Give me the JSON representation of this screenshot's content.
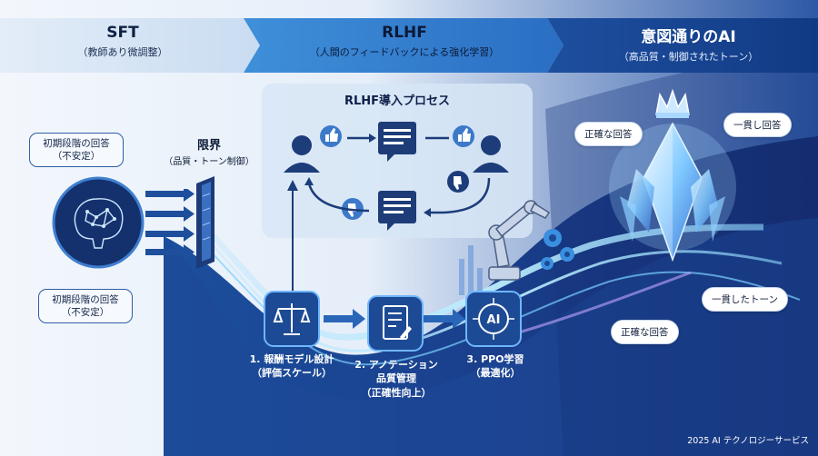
{
  "header": {
    "sections": [
      {
        "title": "SFT",
        "subtitle": "（教師あり微調整）"
      },
      {
        "title": "RLHF",
        "subtitle": "（人間のフィードバックによる強化学習）"
      },
      {
        "title": "意図通りのAI",
        "subtitle": "（高品質・制御されたトーン）"
      }
    ]
  },
  "left": {
    "callout_top": [
      "初期段階の回答",
      "（不安定）"
    ],
    "callout_bottom": [
      "初期段階の回答",
      "（不安定）"
    ],
    "limit_title": "限界",
    "limit_sub": "（品質・トーン制御）",
    "brain_icon": "brain-icon",
    "wall_icon": "barrier-icon"
  },
  "rlhf": {
    "title": "RLHF導入プロセス",
    "icons": [
      "user-icon",
      "thumbs-up-icon",
      "document-icon",
      "thumbs-down-icon",
      "arrow-icon"
    ]
  },
  "steps": [
    {
      "icon": "scale-icon",
      "lines": [
        "1. 報酬モデル設計",
        "（評価スケール）"
      ]
    },
    {
      "icon": "checklist-icon",
      "lines": [
        "2. アノテーション",
        "品質管理",
        "（正確性向上）"
      ]
    },
    {
      "icon": "ai-chip-icon",
      "lines": [
        "3. PPO学習",
        "（最適化）"
      ]
    }
  ],
  "right": {
    "bubbles": [
      "正確な回答",
      "一貫し回答",
      "一貫したトーン",
      "正確な回答"
    ],
    "crystal_icon": "crystal-icon",
    "crown_icon": "crown-icon",
    "robot_icon": "robot-arm-icon"
  },
  "footer": "2025 AI テクノロジーサービス",
  "colors": {
    "primary": "#1f5aa8",
    "dark": "#0d1f4a",
    "accent": "#5fc8ff"
  }
}
